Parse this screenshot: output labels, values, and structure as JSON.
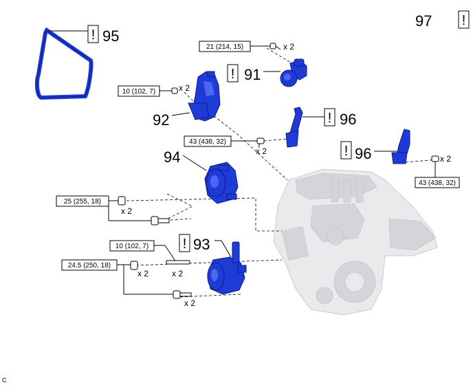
{
  "parts": {
    "p95": "95",
    "p97": "97",
    "p91": "91",
    "p92": "92",
    "p96a": "96",
    "p96b": "96",
    "p94": "94",
    "p93": "93"
  },
  "warn_symbol": "!",
  "torques": {
    "t91": "21 (214, 15)",
    "t92": "10 (102, 7)",
    "t96a": "43 (438, 32)",
    "t96b": "43 (438, 32)",
    "t94": "25 (255, 18)",
    "t93a": "10 (102, 7)",
    "t93b": "24.5 (250, 18)"
  },
  "quantity": "x 2",
  "corner_label": "C",
  "colors": {
    "part_blue": "#1f3bd6",
    "engine_grey": "#e9eaec"
  }
}
